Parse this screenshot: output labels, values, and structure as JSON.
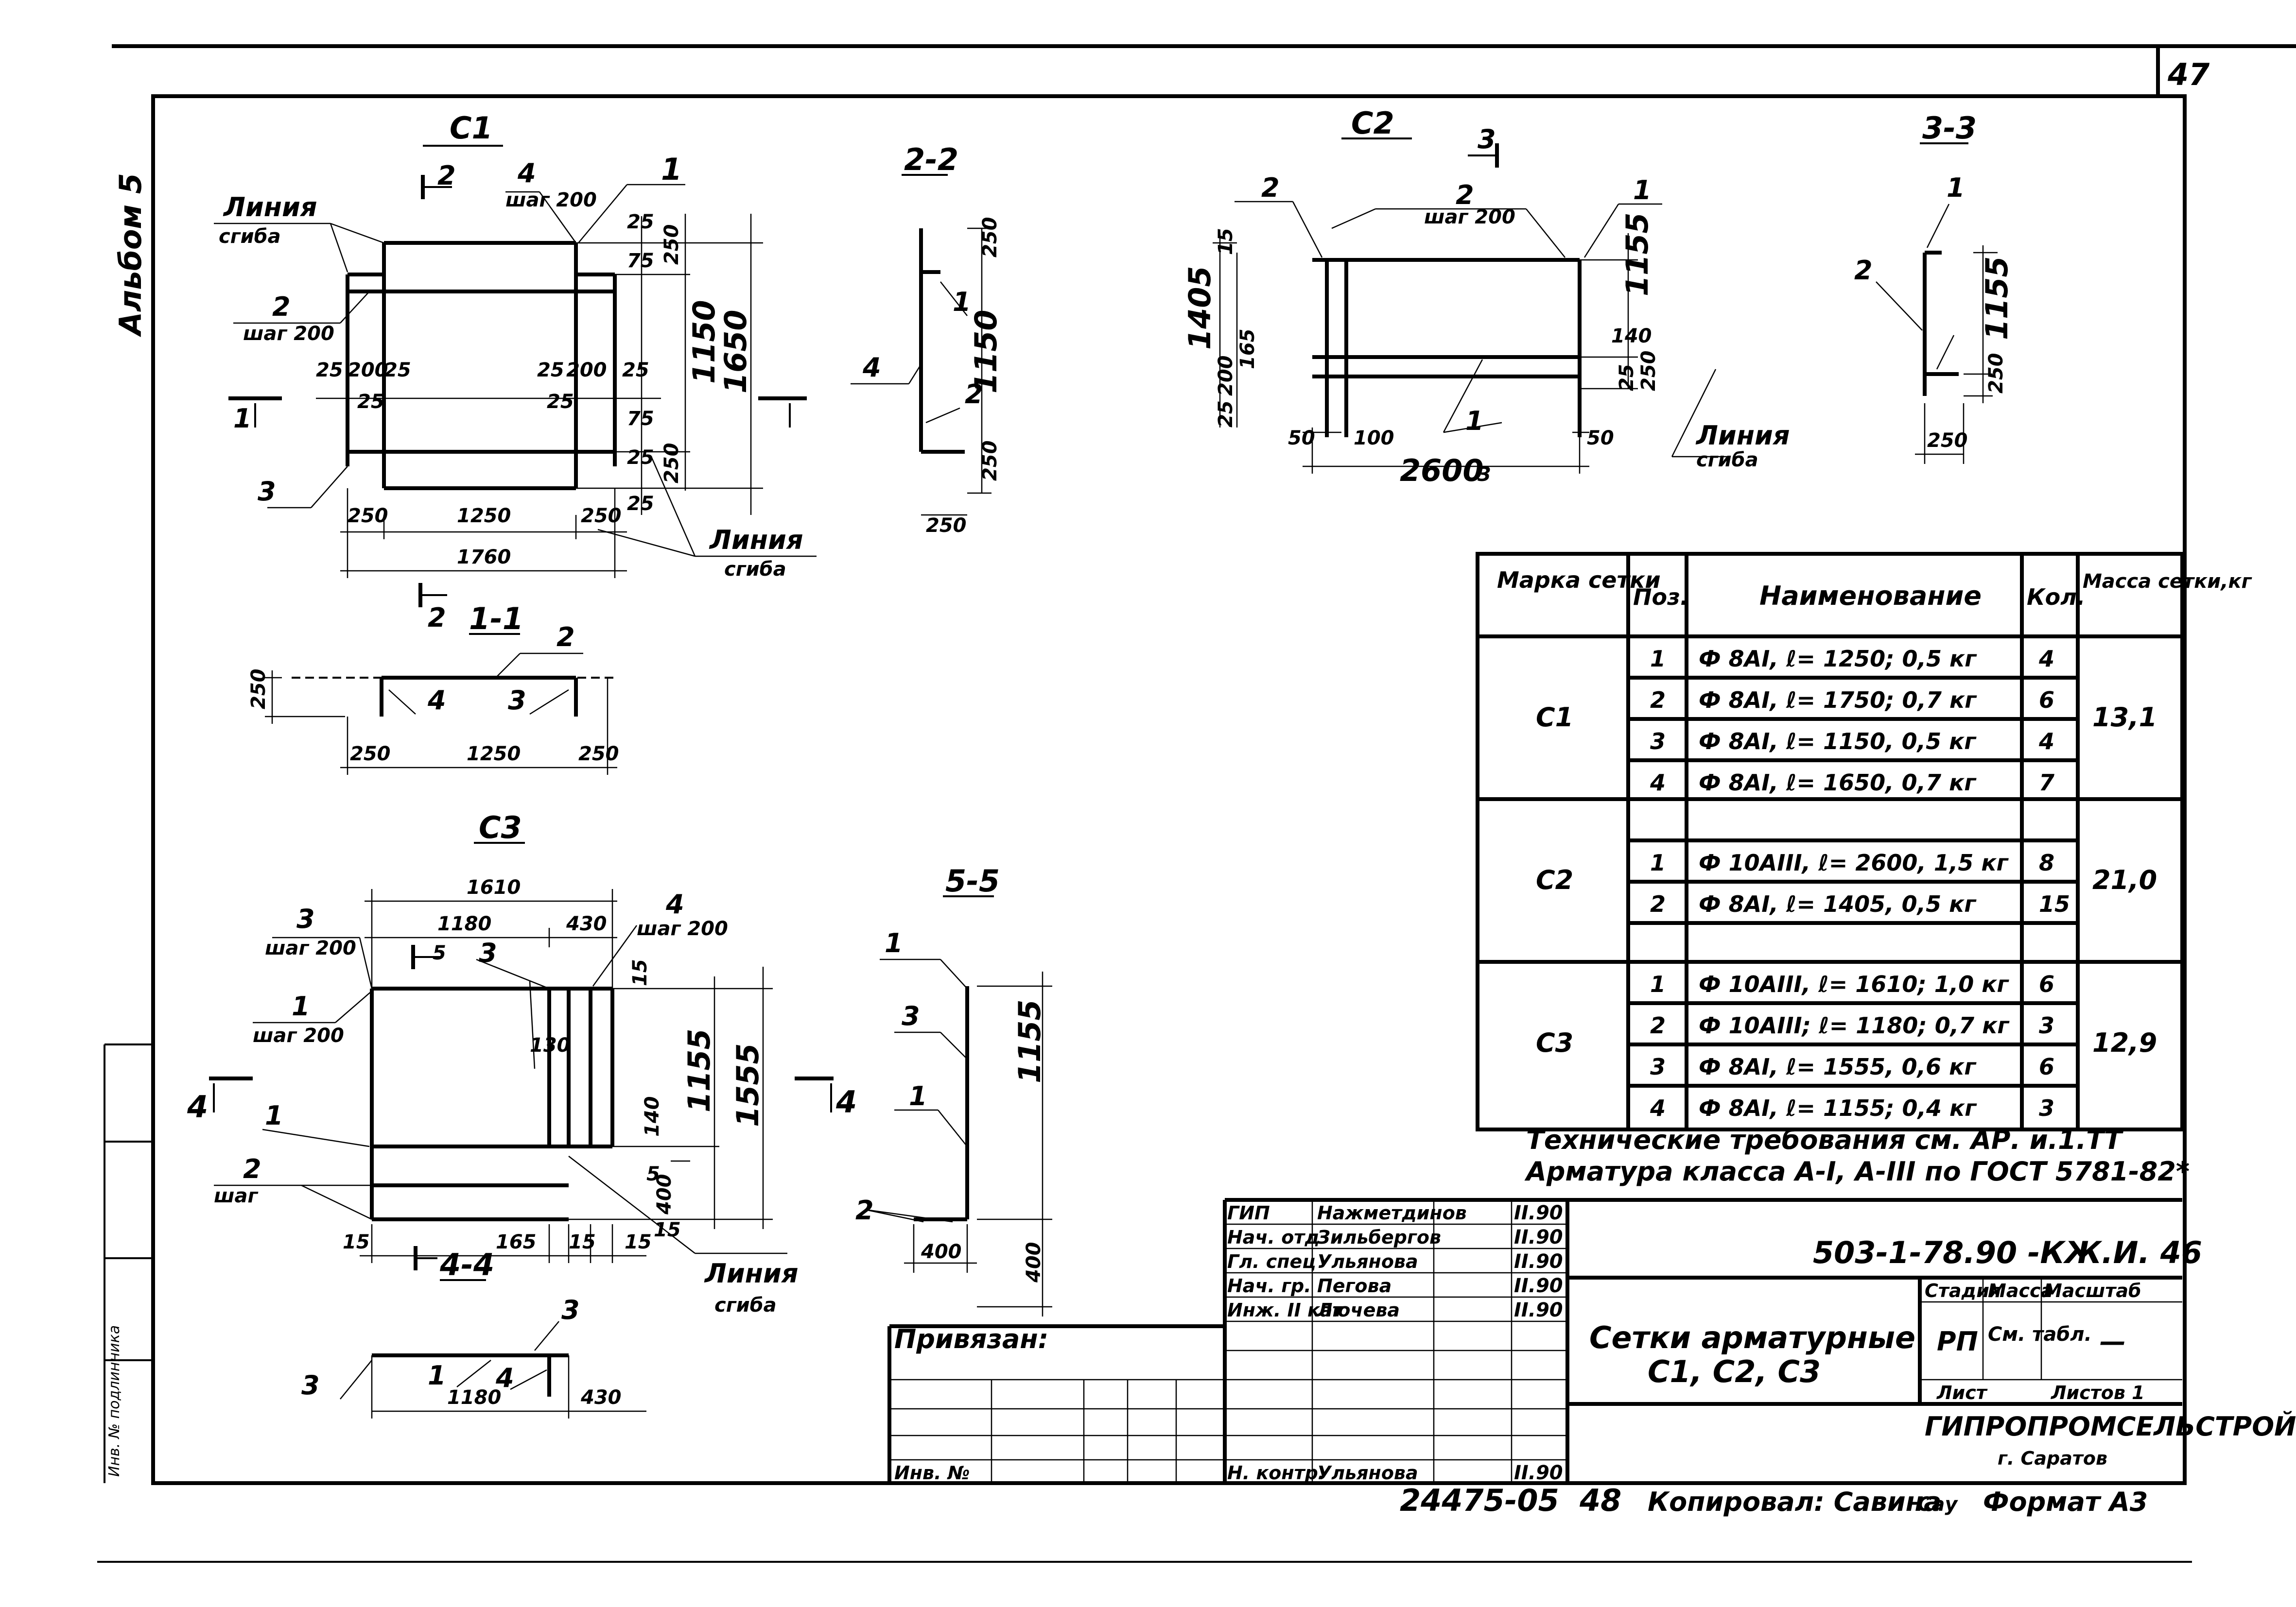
{
  "page": {
    "sheet_corner_number": "47",
    "album": "Альбом 5",
    "left_margin_text": "Инв. № подлинника"
  },
  "views": {
    "c1": {
      "title": "С1",
      "section_mark": "2",
      "callouts": {
        "p1": "1",
        "p2": "2",
        "p3": "3",
        "p4": "4",
        "step200_a": "шаг 200",
        "step200_b": "шаг 200",
        "bend_top": "Линия",
        "bend_top_2": "сгиба",
        "bend_bot": "Линия",
        "bend_bot_2": "сгиба",
        "sec1": "1"
      },
      "dims": {
        "d25a": "25",
        "d250a": "250",
        "d75a": "75",
        "d1150": "1150",
        "d1650": "1650",
        "d75b": "75",
        "d25b": "25",
        "d250b": "250",
        "d25c": "25",
        "d200a": "200",
        "d25d": "25",
        "d25e": "25",
        "d200b": "200",
        "d25f": "25",
        "d25g": "25",
        "d25h": "25",
        "d250c": "250",
        "d1250": "1250",
        "d250d": "250",
        "d1760": "1760",
        "d25i": "25"
      }
    },
    "sec22": {
      "title": "2-2",
      "callouts": {
        "p1": "1",
        "p2": "2",
        "p4": "4"
      },
      "dims": {
        "d250a": "250",
        "d1150": "1150",
        "d250b": "250",
        "d250c": "250"
      }
    },
    "sec11": {
      "title": "1-1",
      "mark": "2",
      "callouts": {
        "p2": "2",
        "p3": "3",
        "p4": "4"
      },
      "dims": {
        "d250v": "250",
        "d250a": "250",
        "d1250": "1250",
        "d250b": "250"
      }
    },
    "c2": {
      "title": "С2",
      "section_mark": "3",
      "callouts": {
        "p2a": "2",
        "p2b": "2",
        "p1a": "1",
        "p1b": "1",
        "step200": "шаг 200",
        "bend": "Линия",
        "bend_2": "сгиба"
      },
      "dims": {
        "d15": "15",
        "d1405": "1405",
        "d25": "25",
        "d200": "200",
        "d165": "165",
        "d1155": "1155",
        "d140": "140",
        "d25b": "25",
        "d250": "250",
        "d50a": "50",
        "d100": "100",
        "d50b": "50",
        "d2600": "2600",
        "d3": "3"
      }
    },
    "sec33": {
      "title": "3-3",
      "callouts": {
        "p1": "1",
        "p2": "2"
      },
      "dims": {
        "d1155": "1155",
        "d250": "250",
        "d250b": "250"
      }
    },
    "c3": {
      "title": "С3",
      "section_mark": "5",
      "callouts": {
        "p3": "3",
        "p3b": "3",
        "p4": "4",
        "p1": "1",
        "p1b": "1",
        "p2": "2",
        "step200_a": "шаг 200",
        "step200_b": "шаг 200",
        "step200_c": "шаг 200",
        "step_d": "шаг",
        "bend": "Линия",
        "bend_2": "сгиба",
        "sec4a": "4",
        "sec4b": "4"
      },
      "dims": {
        "d1610": "1610",
        "d1180": "1180",
        "d430": "430",
        "d15a": "15",
        "d1155": "1155",
        "d1555": "1555",
        "d130": "130",
        "d140": "140",
        "d5": "5",
        "d400": "400",
        "d15b": "15",
        "d15c": "15",
        "d165": "165",
        "d15d": "15",
        "d15e": "15"
      }
    },
    "sec55": {
      "title": "5-5",
      "callouts": {
        "p1a": "1",
        "p3": "3",
        "p1b": "1",
        "p2": "2"
      },
      "dims": {
        "d1155": "1155",
        "d400": "400",
        "d400b": "400"
      }
    },
    "sec44": {
      "title": "4-4",
      "callouts": {
        "p3a": "3",
        "p3b": "3",
        "p1": "1",
        "p4": "4"
      },
      "dims": {
        "d1180": "1180",
        "d430": "430"
      }
    }
  },
  "spec_table": {
    "headers": {
      "mark": "Марка сетки",
      "pos": "Поз.",
      "name": "Наименование",
      "qty": "Кол.",
      "mass": "Масса сетки,кг"
    },
    "groups": [
      {
        "mark": "С1",
        "mass": "13,1",
        "rows": [
          {
            "pos": "1",
            "name": "Ф 8АI, ℓ= 1250; 0,5 кг",
            "qty": "4"
          },
          {
            "pos": "2",
            "name": "Ф 8АI, ℓ= 1750; 0,7 кг",
            "qty": "6"
          },
          {
            "pos": "3",
            "name": "Ф 8АI, ℓ= 1150, 0,5 кг",
            "qty": "4"
          },
          {
            "pos": "4",
            "name": "Ф 8АI, ℓ= 1650, 0,7 кг",
            "qty": "7"
          }
        ]
      },
      {
        "mark": "С2",
        "mass": "21,0",
        "rows": [
          {
            "pos": "",
            "name": "",
            "qty": ""
          },
          {
            "pos": "1",
            "name": "Ф 10АIII, ℓ= 2600, 1,5 кг",
            "qty": "8"
          },
          {
            "pos": "2",
            "name": "Ф 8АI, ℓ= 1405, 0,5 кг",
            "qty": "15"
          },
          {
            "pos": "",
            "name": "",
            "qty": ""
          }
        ]
      },
      {
        "mark": "С3",
        "mass": "12,9",
        "rows": [
          {
            "pos": "1",
            "name": "Ф 10АIII, ℓ= 1610; 1,0 кг",
            "qty": "6"
          },
          {
            "pos": "2",
            "name": "Ф 10АIII; ℓ= 1180; 0,7 кг",
            "qty": "3"
          },
          {
            "pos": "3",
            "name": "Ф 8АI, ℓ= 1555, 0,6 кг",
            "qty": "6"
          },
          {
            "pos": "4",
            "name": "Ф 8АI, ℓ= 1155; 0,4 кг",
            "qty": "3"
          }
        ]
      }
    ]
  },
  "notes": [
    "Технические требования см. АР. и.1.ТТ",
    "Арматура класса А-I, А-III по ГОСТ 5781-82*"
  ],
  "title_block": {
    "doc_code": "503-1-78.90 -КЖ.И. 46",
    "signers": [
      {
        "role": "ГИП",
        "name": "Нажметдинов",
        "date": "II.90"
      },
      {
        "role": "Нач. отд",
        "name": "Зильбергов",
        "date": "II.90"
      },
      {
        "role": "Гл. спец",
        "name": "Ульянова",
        "date": "II.90"
      },
      {
        "role": "Нач. гр.",
        "name": "Пегова",
        "date": "II.90"
      },
      {
        "role": "Инж. II кат",
        "name": "Лючева",
        "date": "II.90"
      },
      {
        "role": "Н. контр.",
        "name": "Ульянова",
        "date": "II.90"
      }
    ],
    "privyazan": "Привязан:",
    "inv_no": "Инв. №",
    "sheet_title_1": "Сетки арматурные",
    "sheet_title_2": "С1, С2, С3",
    "stage_hdr": "Стадия",
    "mass_hdr": "Масса",
    "scale_hdr": "Масштаб",
    "stage": "РП",
    "mass": "См. табл.",
    "scale": "—",
    "sheet_hdr": "Лист",
    "sheets_hdr": "Листов 1",
    "org": "ГИПРОПРОМСЕЛЬСТРОЙ",
    "city": "г. Саратов"
  },
  "footer": {
    "archive_no": "24475-05",
    "page": "48",
    "copied": "Копировал: Савина",
    "copied_sign": "Сау",
    "format": "Формат А3"
  }
}
